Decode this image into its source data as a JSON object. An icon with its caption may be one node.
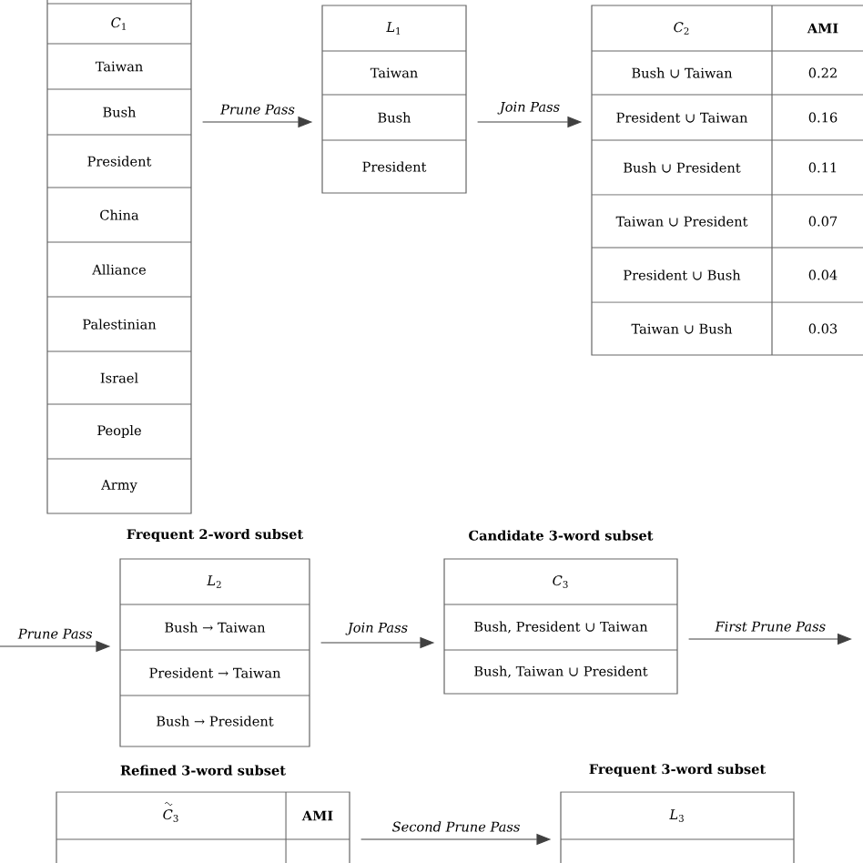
{
  "diagram": {
    "nodes": [
      {
        "text": [
          "*C*$_{1}$",
          "Taiwan",
          "Bush",
          "President",
          "China",
          "Alliance",
          "Palestinian",
          "Israel",
          "People",
          "Army"
        ]
      },
      {
        "text": [
          "*L*$_{1}$",
          "Taiwan",
          "Bush",
          "President"
        ]
      },
      {
        "text": [
          "*C*$_{2}$",
          "**AMI**",
          "Bush ∪ Taiwan",
          "0.22",
          "President ∪ Taiwan",
          "0.16",
          "Bush ∪ President",
          "0.11",
          "Taiwan ∪ President",
          "0.07",
          "President ∪ Bush",
          "0.04",
          "Taiwan ∪ Bush",
          "0.03"
        ]
      },
      {
        "text": [
          "**Frequent 2-word subset**",
          "*L*$_{2}$",
          "Bush → Taiwan",
          "President → Taiwan",
          "Bush → President"
        ]
      },
      {
        "text": [
          "**Candidate 3-word subset**",
          "*C*$_{3}$",
          "Bush, President ∪ Taiwan",
          "Bush, Taiwan ∪ President"
        ]
      },
      {
        "text": [
          "**Refined 3-word subset**",
          "*C*$_{3}$",
          "**AMI**"
        ]
      },
      {
        "text": [
          "**Frequent 3-word subset**",
          "*L*$_{3}$"
        ]
      }
    ],
    "edges": [
      {
        "from": 0,
        "to": 1,
        "arrow": "to",
        "label": "*Prune Pass*"
      },
      {
        "from": 1,
        "to": 2,
        "arrow": "to",
        "label": "*Join Pass*"
      },
      {
        "from": null,
        "to": 3,
        "arrow": "to",
        "label": "*Prune Pass*"
      },
      {
        "from": 3,
        "to": 4,
        "arrow": "to",
        "label": "*Join Pass*"
      },
      {
        "from": 4,
        "to": null,
        "arrow": "to",
        "label": "*First Prune Pass*"
      },
      {
        "from": 5,
        "to": 6,
        "arrow": "to",
        "label": "*Second Prune Pass*"
      }
    ]
  }
}
